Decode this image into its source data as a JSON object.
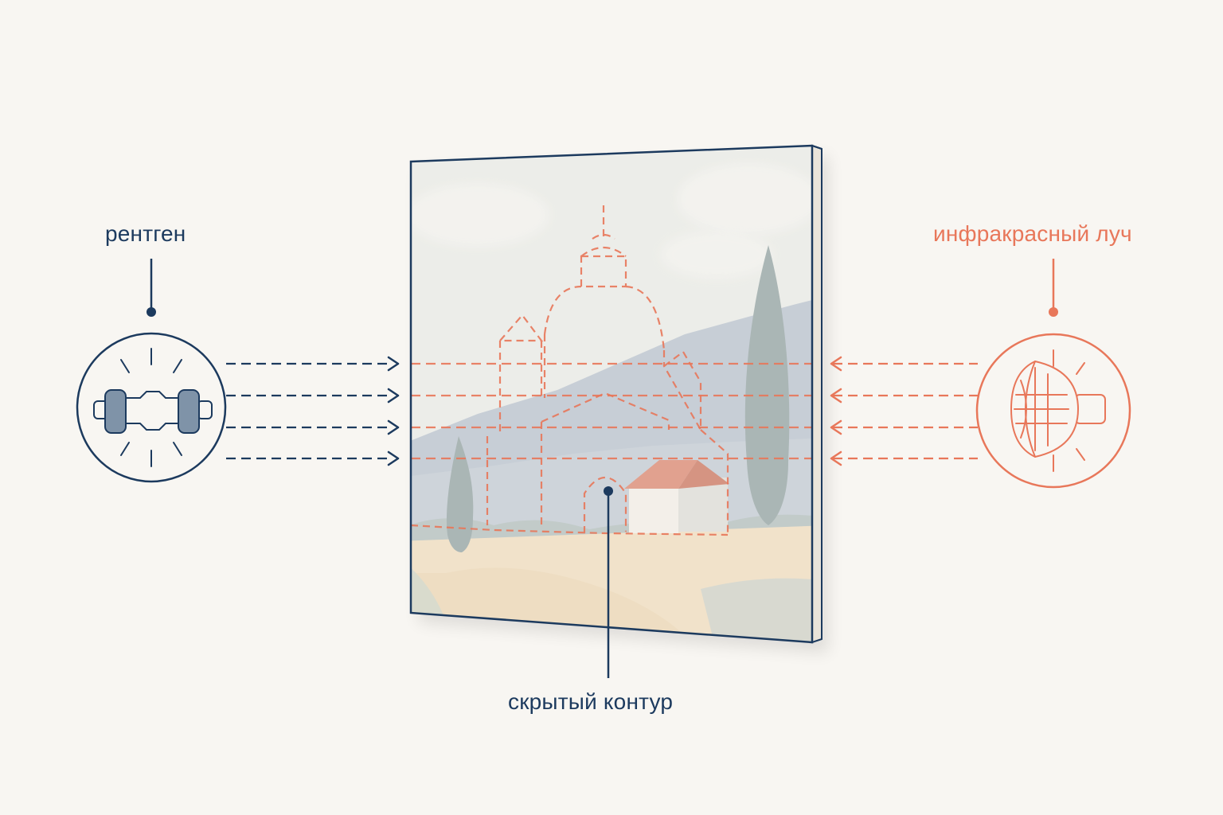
{
  "labels": {
    "xray": "рентген",
    "infrared": "инфракрасный луч",
    "hidden_contour": "скрытый контур"
  },
  "colors": {
    "background": "#f8f6f2",
    "navy": "#1c3a5e",
    "coral": "#e8775a",
    "canvas_edge": "#e9e4da",
    "painting_sky": "#e8ebe6",
    "painting_hill": "#a9b6c8",
    "painting_field": "#efdcbc",
    "painting_roof": "#d9826a",
    "cypress": "#8d9e9f"
  },
  "icons": {
    "xray_source": "xray-tube-icon",
    "infrared_source": "infrared-lamp-icon"
  },
  "beams": {
    "xray_count": 4,
    "infrared_count": 4
  }
}
